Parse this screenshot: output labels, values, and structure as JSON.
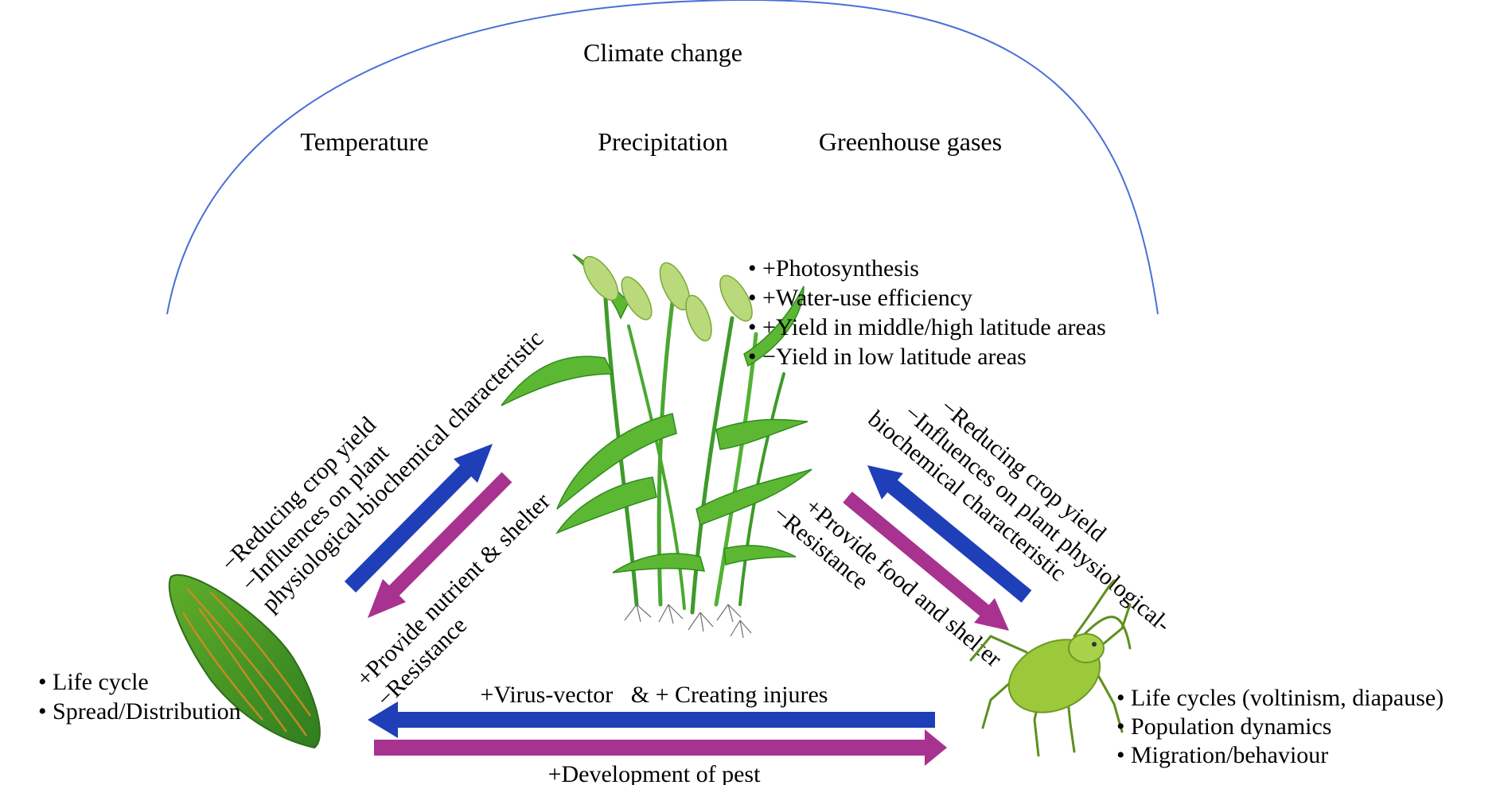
{
  "colors": {
    "arc": "#4a6fd6",
    "blue_arrow": "#1f3fb8",
    "magenta_arrow": "#a8328f",
    "leaf": "#7fbf2a",
    "leaf_stripe": "#d08a25",
    "aphid": "#9cc93a"
  },
  "icons": [
    "wheat-plant-icon",
    "leaf-icon",
    "aphid-icon"
  ],
  "climate": {
    "title": "Climate change",
    "factors": [
      "Temperature",
      "Precipitation",
      "Greenhouse gases"
    ]
  },
  "crop_effects": [
    "• +Photosynthesis",
    "• +Water-use efficiency",
    "• +Yield in middle/high latitude areas",
    "• −Yield in low latitude areas"
  ],
  "pathogen_to_crop": [
    "−Reducing crop yield",
    "−Influences on plant",
    "physiological-biochemical characteristic"
  ],
  "crop_to_pathogen": [
    "+Provide nutrient & shelter",
    "−Resistance"
  ],
  "pest_to_crop": [
    "−Reducing crop yield",
    "−Influences on plant physiological-",
    "biochemical characteristic"
  ],
  "crop_to_pest": [
    "+Provide food and shelter",
    "−Resistance"
  ],
  "pest_to_pathogen": "+Virus-vector   & + Creating injures",
  "pathogen_to_pest": "+Development of pest",
  "pathogen_traits": [
    "• Life cycle",
    "• Spread/Distribution"
  ],
  "pest_traits": [
    "• Life cycles (voltinism, diapause)",
    "• Population dynamics",
    "• Migration/behaviour"
  ]
}
